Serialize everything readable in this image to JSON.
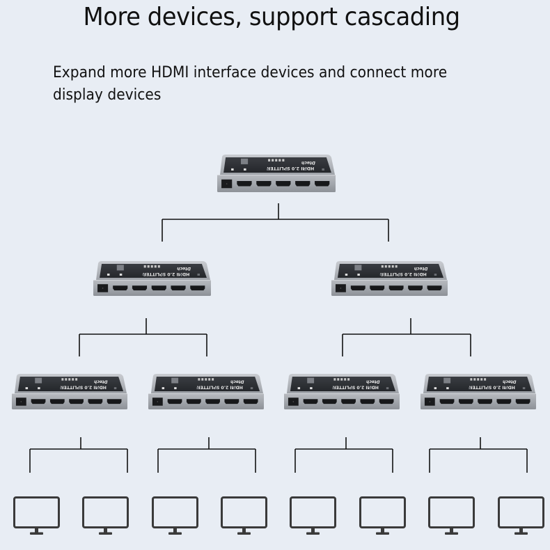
{
  "header": {
    "title": "More devices, support cascading",
    "subtitle": "Expand more HDMI interface devices and connect more display devices"
  },
  "device": {
    "brand": "Dtech",
    "model": "HDMI 2.0 SPLITTER",
    "hdmi_port_count": 5
  },
  "tree": {
    "levels": [
      {
        "level": 1,
        "splitters": 1
      },
      {
        "level": 2,
        "splitters": 2
      },
      {
        "level": 3,
        "splitters": 4
      },
      {
        "level": 4,
        "displays": 8
      }
    ]
  },
  "colors": {
    "background": "#e8edf4",
    "line": "#111111",
    "monitor": "#3a3a3a",
    "device_top": "#2e3136",
    "device_front": "#a4a8ae"
  }
}
